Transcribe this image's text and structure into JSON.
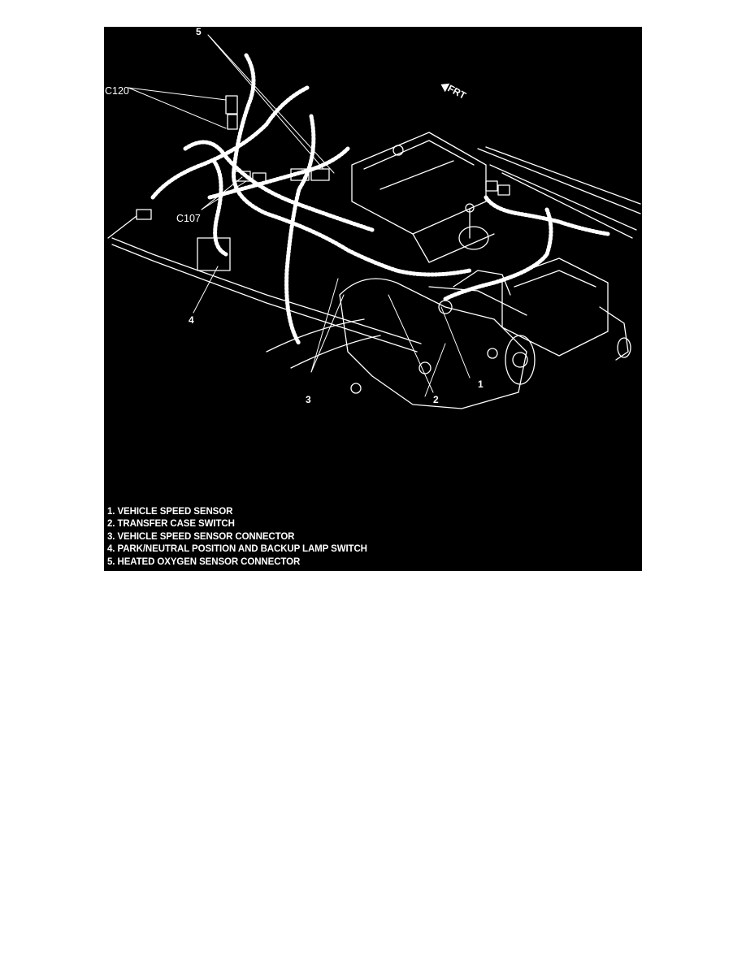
{
  "diagram": {
    "background": "#000000",
    "line_color": "#ffffff",
    "orientation_marker": {
      "label": "FRT",
      "icon": "arrow-icon"
    },
    "connector_labels": [
      {
        "id": "c120",
        "label": "C120"
      },
      {
        "id": "c107",
        "label": "C107"
      }
    ],
    "callouts": [
      {
        "number": "1"
      },
      {
        "number": "2"
      },
      {
        "number": "3"
      },
      {
        "number": "4"
      },
      {
        "number": "5"
      }
    ],
    "legend": [
      "1. VEHICLE SPEED SENSOR",
      "2. TRANSFER CASE SWITCH",
      "3. VEHICLE SPEED SENSOR CONNECTOR",
      "4. PARK/NEUTRAL POSITION AND BACKUP LAMP SWITCH",
      "5. HEATED OXYGEN SENSOR CONNECTOR"
    ]
  }
}
